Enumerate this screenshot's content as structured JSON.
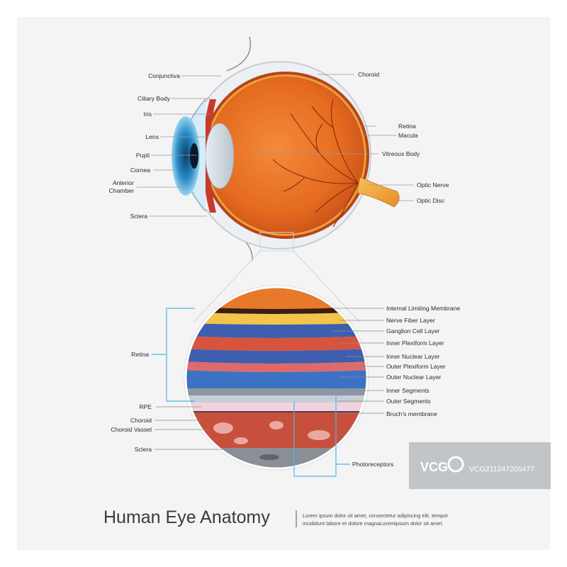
{
  "title": "Human Eye Anatomy",
  "subtitle": {
    "line1": "Lorem ipsum dolor sit amet, consectetur adipiscing elit, tempor",
    "line2": "incididunt labore et dolore magnaLoremipsum dolor sit amet."
  },
  "eye_labels": {
    "conjunctiva": "Conjunctiva",
    "ciliary_body": "Ciliary Body",
    "iris": "Iris",
    "lens": "Lens",
    "pupil": "Pupli",
    "cornea": "Cornea",
    "anterior_chamber_1": "Anterior",
    "anterior_chamber_2": "Chamber",
    "sclera": "Sclera",
    "choroid": "Choroid",
    "retina": "Retina",
    "macula": "Macula",
    "vitreous_body": "Vitreous Body",
    "optic_nerve": "Optic Nerve",
    "optic_disc": "Optic Disc"
  },
  "retina_labels": {
    "internal_limiting_membrane": "Internal Limiting Membrane",
    "nerve_fiber_layer": "Nerve Fiber Layer",
    "ganglion_cell_layer": "Ganglion Cell Layer",
    "inner_plexiform_layer": "Inner Plexiform Layer",
    "inner_nuclear_layer": "Inner Nuclear Layer",
    "outer_plexiform_layer": "Outer Plexiform Layer",
    "outer_nuclear_layer": "Outer Nuclear Layer",
    "inner_segments": "Inner Segments",
    "outer_segments": "Outer Segments",
    "bruchs_membrane": "Bruch's membrane",
    "photoreceptors": "Photoreceptors",
    "retina": "Retina",
    "rpe": "RPE",
    "choroid": "Choroid",
    "choroid_vessel": "Choroid Vassel",
    "sclera": "Sclera"
  },
  "watermark": {
    "logo": "VCG",
    "id": "VCG211247205477"
  },
  "colors": {
    "eyeball": "#e8711f",
    "iris": "#2f8fc4",
    "callout": "#4bb8e6",
    "nerve": "#f2a33a"
  }
}
